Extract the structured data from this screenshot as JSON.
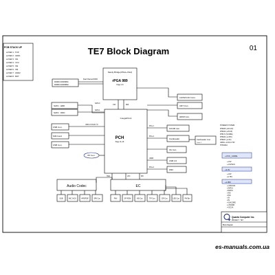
{
  "title": "TE7 Block Diagram",
  "page_number": "01",
  "pcb_stack": {
    "header": "PCB STACK UP",
    "layers": [
      "LAYER 1 : TOP",
      "LAYER 2 : GND1",
      "LAYER 3 : IN1",
      "LAYER 4 : VCC",
      "LAYER 5 : IN2",
      "LAYER 6 : IN3",
      "LAYER 7 : GND2",
      "LAYER 8 : BOT"
    ]
  },
  "cpu": {
    "title": "Sandy Bridge(rPGA+VGA)",
    "socket": "rPGA 989",
    "sub": "Page 4~8"
  },
  "ddr": {
    "line1": "DDRIII-SODIMM1",
    "line2": "DDRIII-SODIMM2",
    "label": "Dual Channel DDR3"
  },
  "right_top": {
    "lvds": "LVDS/CCD Conn.",
    "crt": "CRT Con.",
    "hdmi": "HDMI Con."
  },
  "bus_labels": {
    "fdi": "FDI",
    "dmi": "DMI",
    "sata0": "SATA 0",
    "sata1": "SATA 1",
    "usb": "USB 2.0 Port6 7,8",
    "pcie1": "PCIe 1",
    "pcie2": "PCIe 2",
    "pcie4": "PCIe 4",
    "usb3": "USB3",
    "spi": "SPI",
    "lpc": "LPC",
    "hda": "HDA"
  },
  "left_periph": {
    "sata_hdd": "SATA : HDD",
    "sata_odd": "SATA : ODD",
    "usb1": "USB Con.",
    "sim": "SIM Card",
    "usb2": "USB Con.",
    "bt": "BT Con."
  },
  "pch": {
    "title": "CougarPoint",
    "name": "PCH",
    "sub": "Page 13~18"
  },
  "right_periph": {
    "lan": "10/100 Lan",
    "cardreader": "Cardreader",
    "cardreader_conn": "Cardreader Con.",
    "cardreader_sub": "Conn 1",
    "card3g": "3G Con.",
    "usb3": "USB 3.0",
    "wifi": "WiFi"
  },
  "audio": {
    "title": "Audio Codec",
    "items": [
      "SUB",
      "MIC JACK",
      "HP/SPDIF",
      "SPK Con."
    ]
  },
  "ec": {
    "title": "EC",
    "items": [
      "FAN",
      "SPI ROM",
      "K/B Con.",
      "T/P Con.",
      "CIR Con.",
      "LED Con.",
      "PW Btn"
    ]
  },
  "power_left": {
    "header": "POWER SYSTEM",
    "items": [
      "RT8205 (+3V/+5V)",
      "RT8223 (+VCCP)",
      "RT8171 (VCORE)",
      "RT8202 (+1.05V)",
      "RT8207 (+1.5V)",
      "G9661 +1.8V/+0.75V",
      "TPS51610"
    ]
  },
  "power_right": {
    "groups": [
      {
        "header": "+VCC_CORE",
        "items": [
          "+1.5V",
          "+1.5VSUS"
        ]
      },
      {
        "header": "+3.3V",
        "items": [
          "+1.8V",
          "+0.75V"
        ]
      },
      {
        "header": "+1.05V",
        "items": [
          "+1.05VSUS",
          "+3VPCU",
          "+5VPCU",
          "+3VS",
          "+5VS",
          "+3V",
          "+5V",
          "+VGACORE",
          "+1.8VDDR",
          "+VCCSA"
        ]
      }
    ]
  },
  "company": {
    "name": "Quanta Computer Inc.",
    "project": "PROJECT : TE7",
    "doc": "Block Diagram"
  },
  "watermark": "es-manuals.com.ua"
}
